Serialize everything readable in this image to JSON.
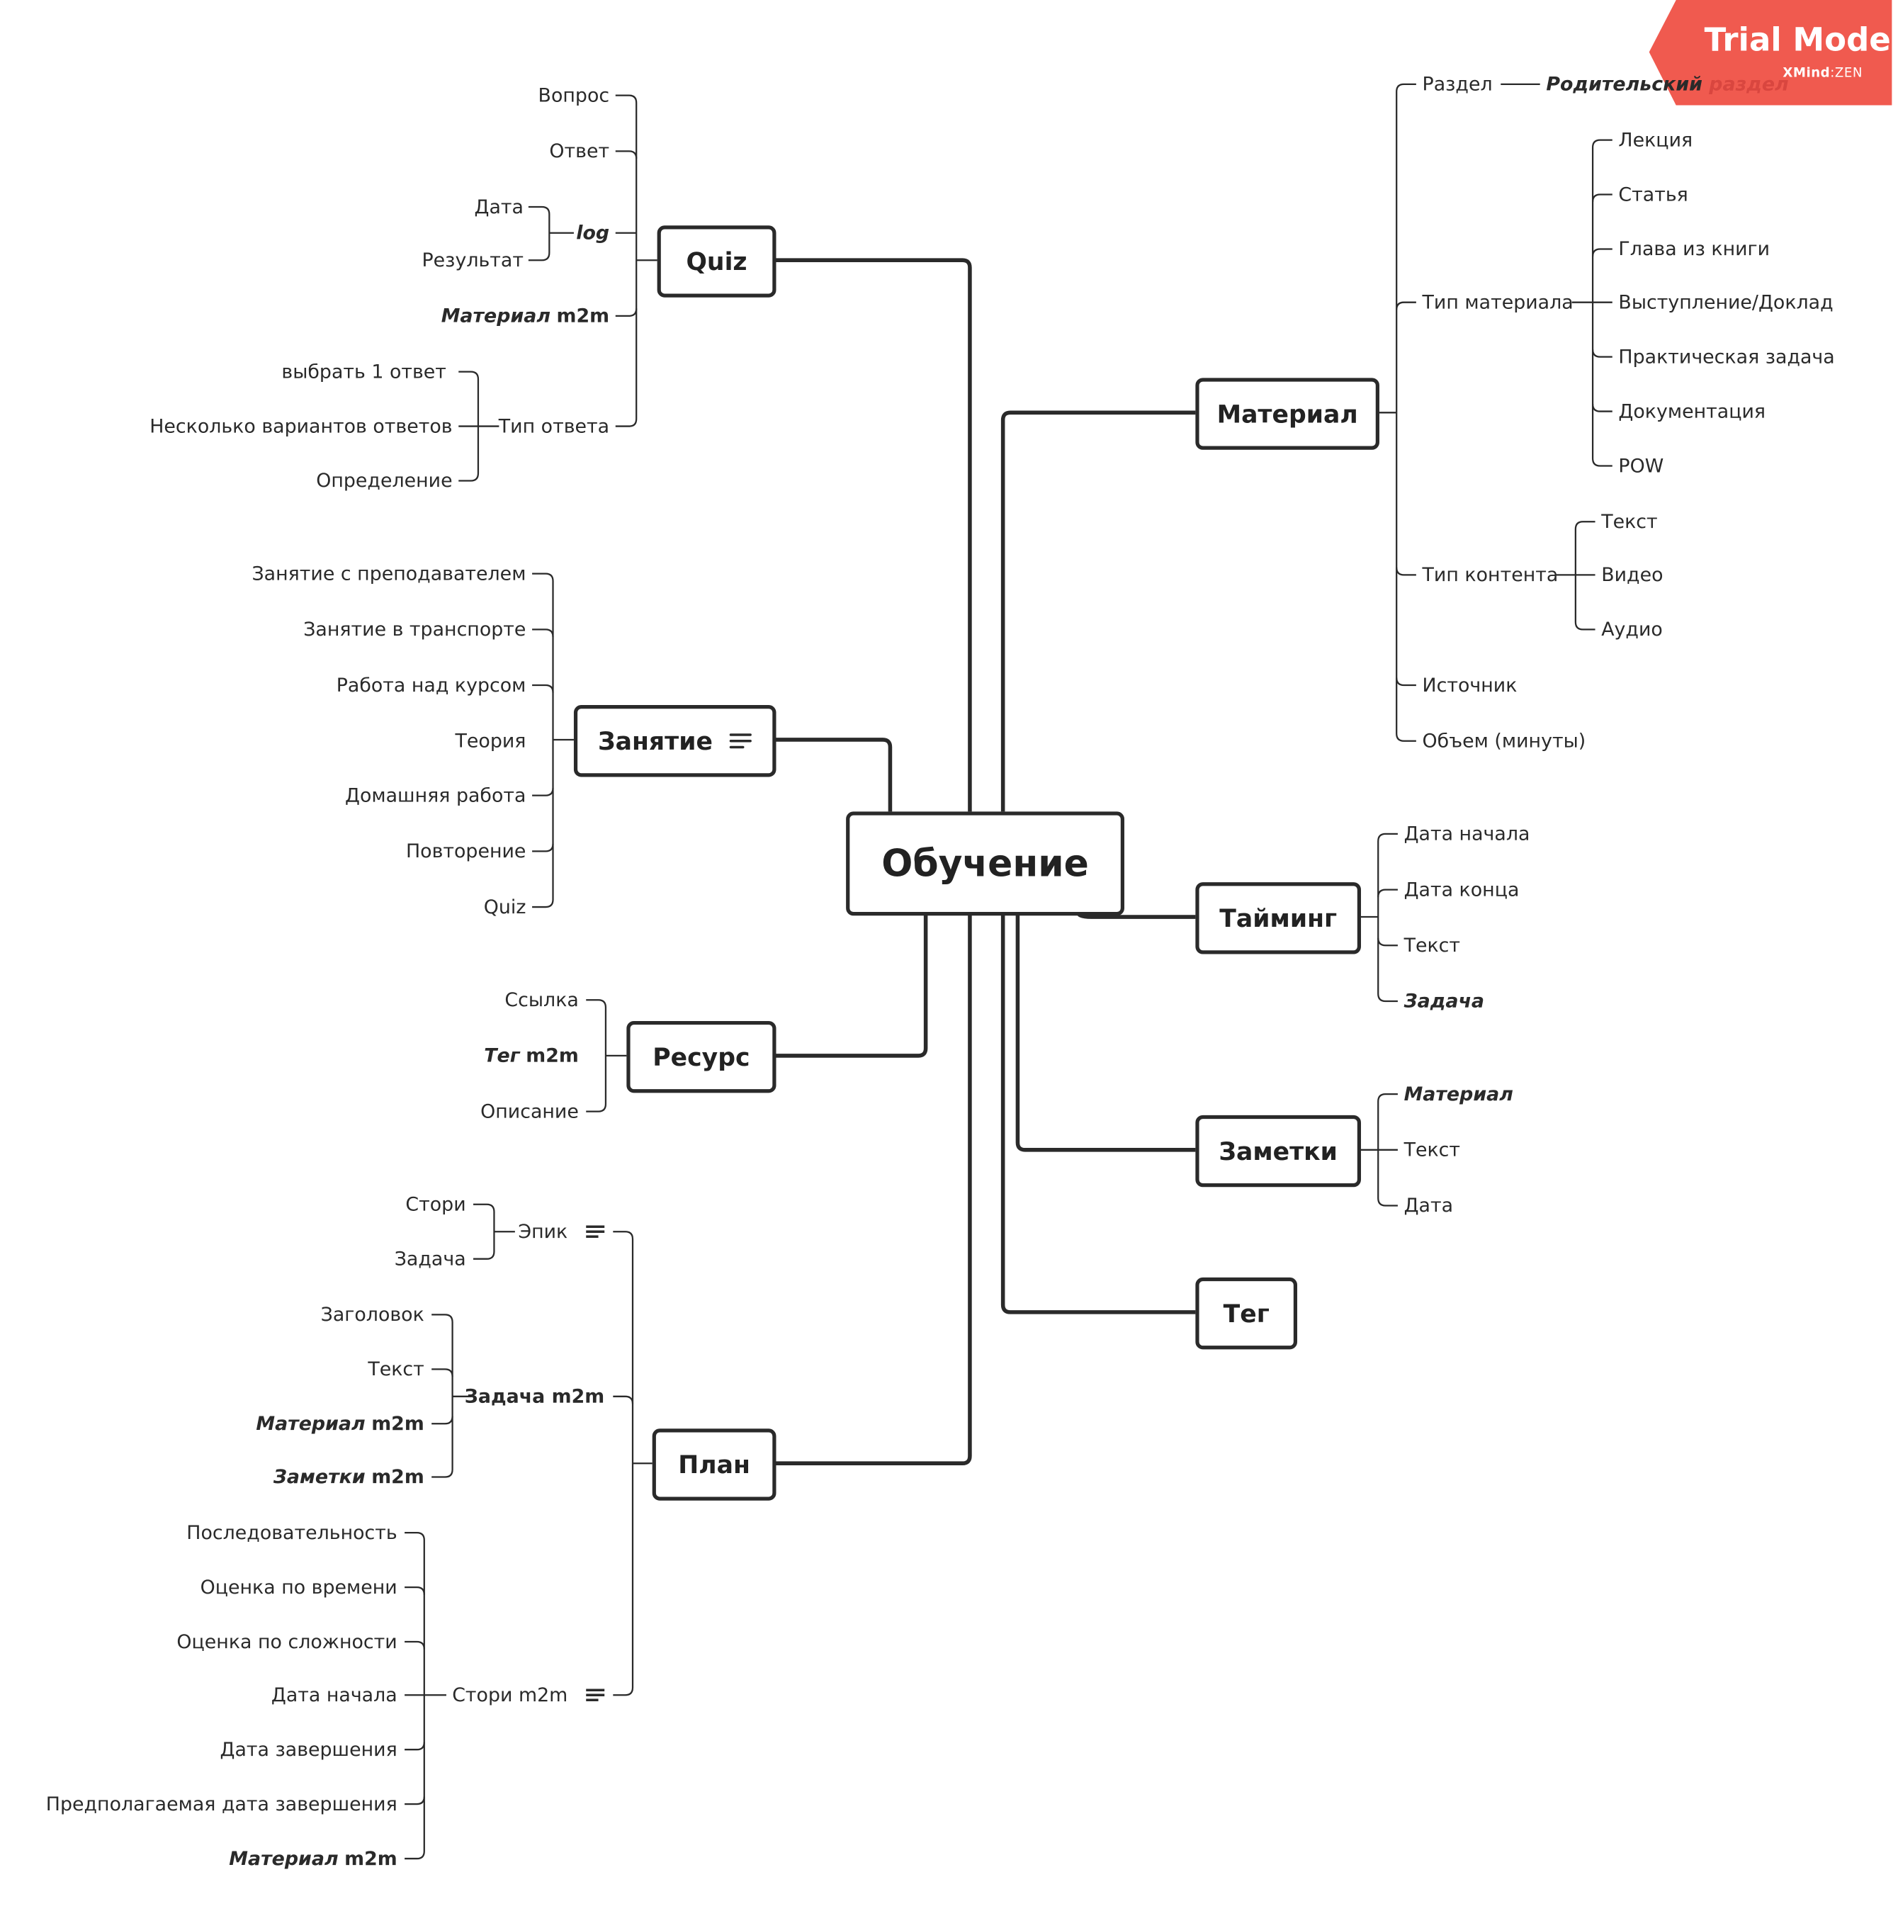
{
  "watermark": {
    "title": "Trial Mode",
    "brand": "XMind",
    "product": "ZEN",
    "color": "#f05a4f"
  },
  "center": "Обучение",
  "quiz": {
    "label": "Quiz",
    "vopros": "Вопрос",
    "otvet": "Ответ",
    "log": "log",
    "data": "Дата",
    "rezultat": "Результат",
    "material": "Материал",
    "m2m": "m2m",
    "tip_otveta": "Тип ответа",
    "tip_items": [
      "выбрать 1 ответ",
      "Несколько вариантов ответов",
      "Определение"
    ]
  },
  "zanyatie": {
    "label": "Занятие",
    "items": [
      "Занятие с преподавателем",
      "Занятие в транспорте",
      "Работа над курсом",
      "Теория",
      "Домашняя работа",
      "Повторение",
      "Quiz"
    ]
  },
  "resurs": {
    "label": "Ресурс",
    "ssylka": "Ссылка",
    "teg": "Тег",
    "m2m": "m2m",
    "opisanie": "Описание"
  },
  "plan": {
    "label": "План",
    "epik": "Эпик",
    "epik_items": [
      "Стори",
      "Задача"
    ],
    "zadacha": "Задача",
    "m2m": "m2m",
    "zadacha_items": [
      "Заголовок",
      "Текст"
    ],
    "zadacha_material": "Материал",
    "zadacha_zametki": "Заметки",
    "story": "Стори m2m",
    "story_items": [
      "Последовательность",
      "Оценка по времени",
      "Оценка по сложности",
      "Дата начала",
      "Дата завершения",
      "Предполагаемая дата завершения"
    ],
    "story_material": "Материал"
  },
  "material": {
    "label": "Материал",
    "razdel": "Раздел",
    "parent_a": "Родительский",
    "parent_b": " раздел",
    "tip_materiala": "Тип материала",
    "tip_materiala_items": [
      "Лекция",
      "Статья",
      "Глава из книги",
      "Выступление/Доклад",
      "Практическая задача",
      "Документация",
      "POW"
    ],
    "tip_kontenta": "Тип контента",
    "tip_kontenta_items": [
      "Текст",
      "Видео",
      "Аудио"
    ],
    "istochnik": "Источник",
    "obem": "Объем (минуты)"
  },
  "timing": {
    "label": "Тайминг",
    "items": [
      "Дата начала",
      "Дата конца",
      "Текст"
    ],
    "zadacha": "Задача"
  },
  "zametki": {
    "label": "Заметки",
    "material": "Материал",
    "items": [
      "Текст",
      "Дата"
    ]
  },
  "teg": {
    "label": "Тег"
  }
}
